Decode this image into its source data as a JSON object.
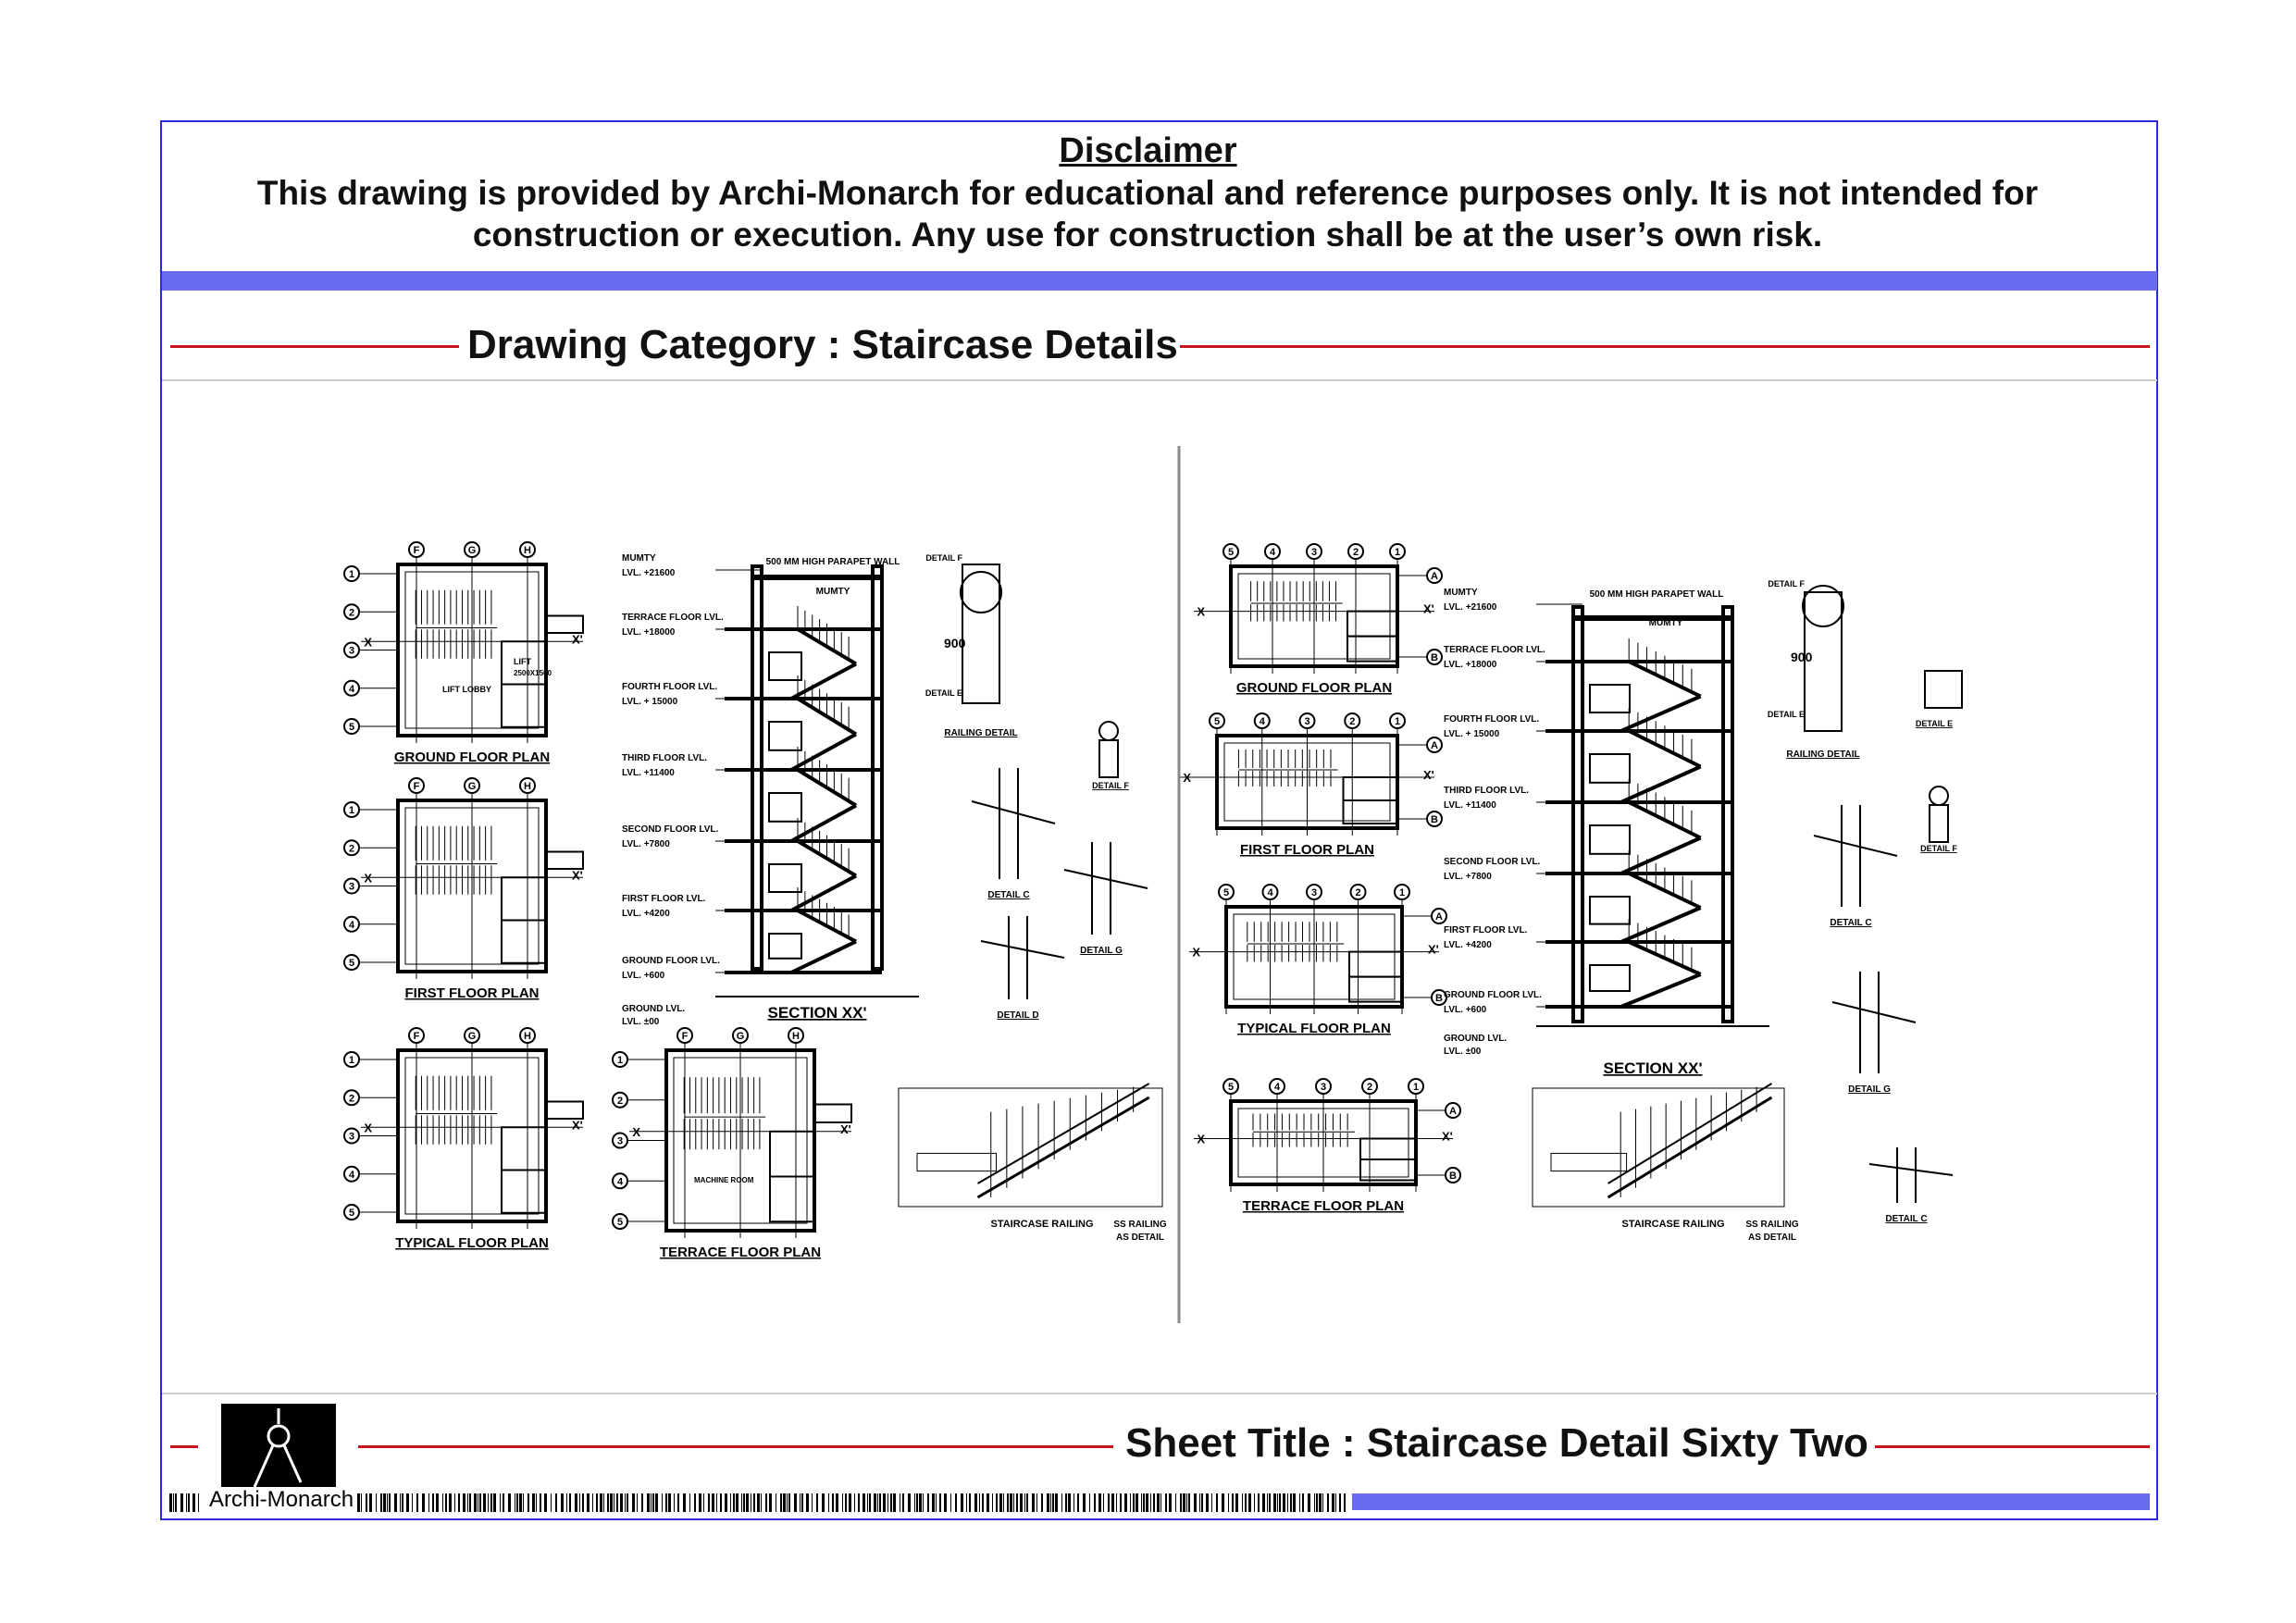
{
  "disclaimer": {
    "title": "Disclaimer",
    "text": "This drawing is provided by Archi-Monarch for educational and reference purposes only. It is not intended for construction or execution. Any use for construction shall be at the user’s own risk."
  },
  "drawing_category": "Drawing Category : Staircase Details",
  "sheet_title": "Sheet Title : Staircase Detail Sixty Two",
  "brand": "Archi-Monarch",
  "colors": {
    "frame": "#2b2bd6",
    "band": "#6b6bf0",
    "rule": "#c8141c"
  },
  "left_sheet": {
    "plans": [
      "GROUND FLOOR PLAN",
      "FIRST FLOOR PLAN",
      "TYPICAL FLOOR PLAN",
      "TERRACE FLOOR PLAN"
    ],
    "grid_cols": [
      "F",
      "G",
      "H"
    ],
    "grid_rows": [
      "1",
      "2",
      "3",
      "4",
      "5"
    ],
    "section_title": "SECTION XX'",
    "parapet": "500 MM HIGH PARAPET WALL",
    "mumty": "MUMTY",
    "lift": "LIFT",
    "lift_size": "2500X1500",
    "lift_lobby": "LIFT LOBBY",
    "machine_room": "MACHINE ROOM",
    "section_mark": "X",
    "section_mark2": "X'"
  },
  "levels": [
    {
      "name": "MUMTY",
      "value": "LVL. +21600"
    },
    {
      "name": "TERRACE FLOOR LVL.",
      "value": "LVL. +18000"
    },
    {
      "name": "FOURTH FLOOR LVL.",
      "value": "LVL. + 15000"
    },
    {
      "name": "THIRD FLOOR LVL.",
      "value": "LVL. +11400"
    },
    {
      "name": "SECOND FLOOR LVL.",
      "value": "LVL. +7800"
    },
    {
      "name": "FIRST FLOOR LVL.",
      "value": "LVL. +4200"
    },
    {
      "name": "GROUND FLOOR LVL.",
      "value": "LVL. +600"
    },
    {
      "name": "GROUND LVL.",
      "value": "LVL. ±00"
    }
  ],
  "details": {
    "railing_detail": "RAILING DETAIL",
    "detail_c": "DETAIL C",
    "detail_d": "DETAIL D",
    "detail_e": "DETAIL E",
    "detail_f": "DETAIL F",
    "detail_g": "DETAIL G",
    "railing_height": "900",
    "staircase_railing": "STAIRCASE RAILING",
    "ss_railing_1": "SS RAILING",
    "ss_railing_2": "AS DETAIL"
  },
  "right_sheet": {
    "plans": [
      "GROUND FLOOR PLAN",
      "FIRST FLOOR PLAN",
      "TYPICAL FLOOR PLAN",
      "TERRACE FLOOR PLAN"
    ],
    "grid_cols": [
      "5",
      "4",
      "3",
      "2",
      "1"
    ],
    "grid_rows": [
      "A",
      "B"
    ],
    "section_title": "SECTION XX'"
  }
}
